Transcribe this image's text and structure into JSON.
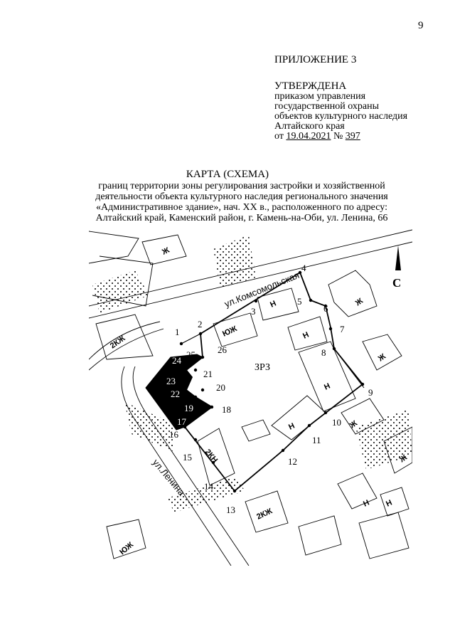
{
  "page_number": "9",
  "header": {
    "appendix": "ПРИЛОЖЕНИЕ 3",
    "approved": "УТВЕРЖДЕНА",
    "order_lines": [
      "приказом управления",
      "государственной охраны",
      "объектов культурного наследия",
      "Алтайского края"
    ],
    "date_prefix": "от ",
    "date": "19.04.2021",
    "number_sign": " № ",
    "number": "397"
  },
  "title": "КАРТА (СХЕМА)",
  "description_lines": [
    "границ территории зоны регулирования застройки и хозяйственной",
    "деятельности объекта культурного наследия регионального значения",
    "«Административное здание», нач. XX в., расположенного по адресу:",
    "Алтайский край, Каменский район, г. Камень-на-Оби, ул. Ленина, 66"
  ],
  "map": {
    "north_label": "С",
    "streets": {
      "komsomolskaya": "ул.Комсомольская",
      "lenina": "ул.Ленина"
    },
    "zone_label": "ЗРЗ",
    "buildings": [
      "Ж",
      "Н",
      "ЮЖ",
      "Н",
      "Н",
      "Н",
      "2КЖ",
      "Ж",
      "Ж",
      "Ж",
      "2КН",
      "2КЖ",
      "Н",
      "Н",
      "Ж",
      "ЮЖ"
    ],
    "point_labels": [
      "1",
      "2",
      "3",
      "4",
      "5",
      "6",
      "7",
      "8",
      "9",
      "10",
      "11",
      "12",
      "13",
      "14",
      "15",
      "16",
      "17",
      "18",
      "19",
      "20",
      "21",
      "22",
      "23",
      "24",
      "25",
      "26"
    ]
  }
}
